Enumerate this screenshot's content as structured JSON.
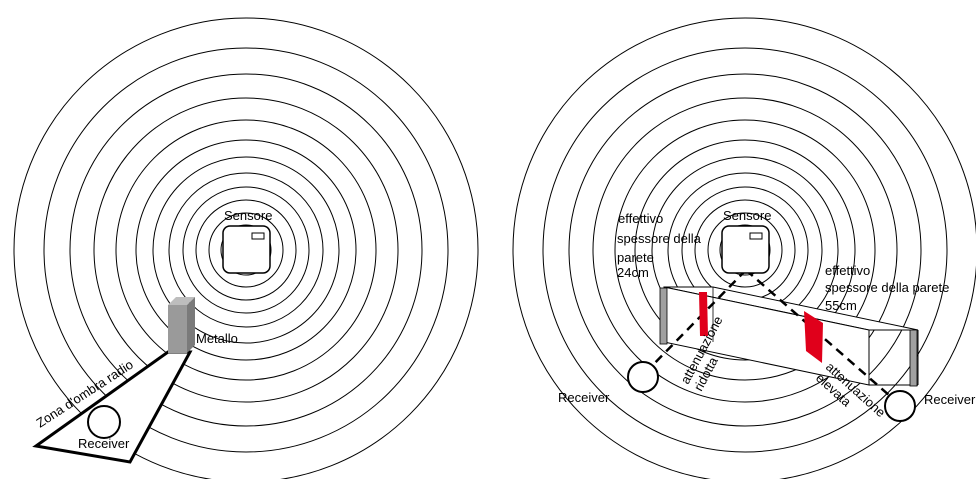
{
  "left": {
    "sensor_label": "Sensore",
    "metal_label": "Metallo",
    "shadow_label": "Zona d'ombra radio",
    "receiver_label": "Receiver"
  },
  "right": {
    "sensor_label": "Sensore",
    "thin_wall_line1": "effettivo",
    "thin_wall_line2": "spessore della",
    "thin_wall_line3": "parete",
    "thin_wall_value": "24cm",
    "thick_wall_line1": "effettivo",
    "thick_wall_line2": "spessore della parete",
    "thick_wall_value": "55cm",
    "low_att_line1": "attenuazione",
    "low_att_line2": "ridotta",
    "high_att_line1": "attenuazione",
    "high_att_line2": "elevata",
    "receiver_left_label": "Receiver",
    "receiver_right_label": "Receiver"
  },
  "colors": {
    "stroke": "#000000",
    "wave_stroke": "#000000",
    "metal_front": "#9a9a9a",
    "metal_side": "#7a7a7a",
    "metal_top": "#bdbdbd",
    "attenuation": "#e0001b",
    "wall_end": "#a0a0a0"
  }
}
